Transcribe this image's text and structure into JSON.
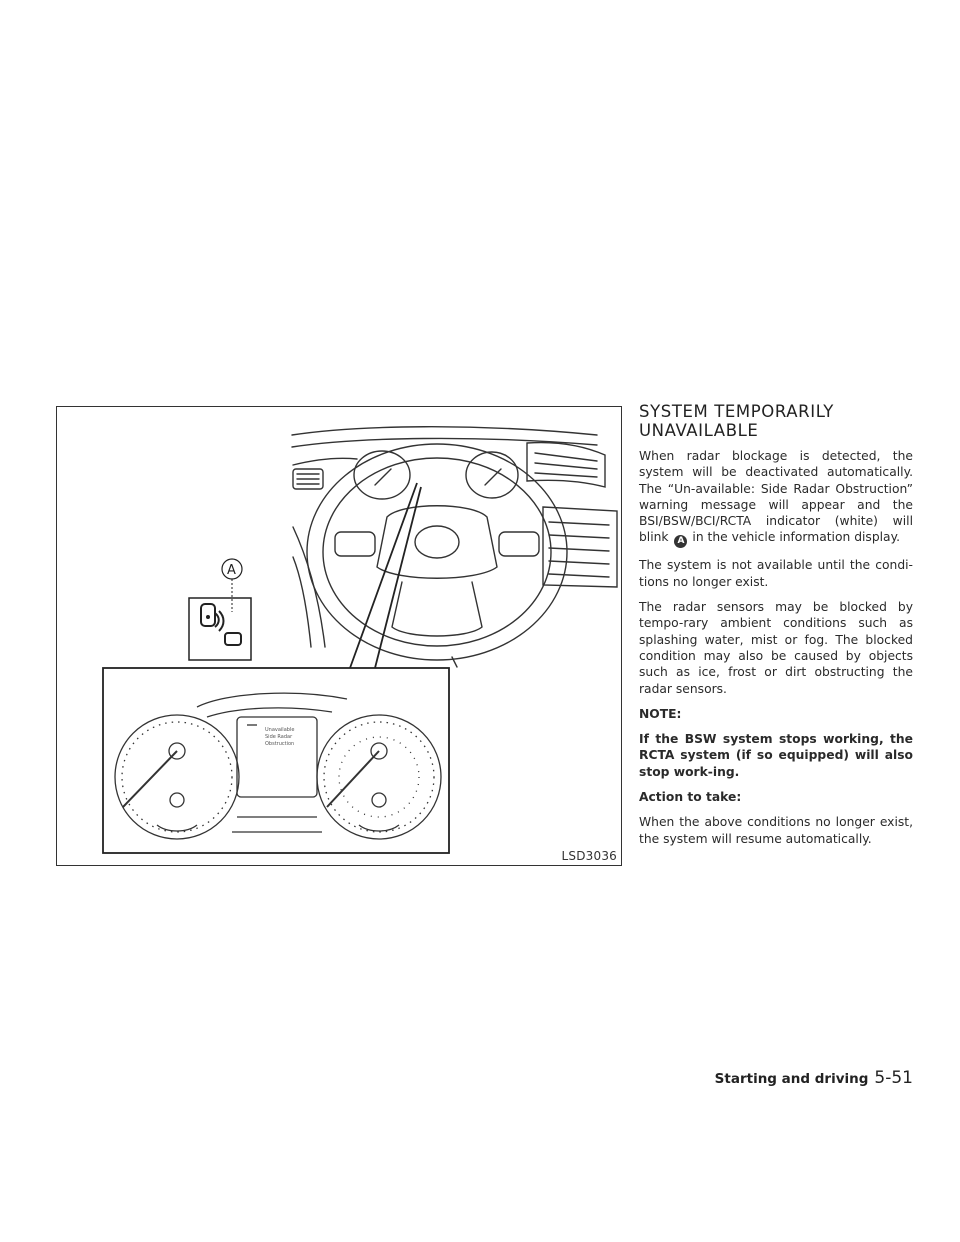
{
  "figure": {
    "code": "LSD3036",
    "callout_label": "A",
    "cluster_message": [
      "Unavailable",
      "Side Radar",
      "Obstruction"
    ]
  },
  "section": {
    "heading_line1": "SYSTEM TEMPORARILY",
    "heading_line2": "UNAVAILABLE",
    "para1_before": "When radar blockage is detected, the system will be deactivated automatically. The “Un-available: Side Radar Obstruction” warning message will appear and the BSI/BSW/BCI/RCTA indicator (white) will blink",
    "para1_ref": "A",
    "para1_after": "in the vehicle information display.",
    "para2": "The system is not available until the condi-tions no longer exist.",
    "para3": "The radar sensors may be blocked by tempo-rary ambient conditions such as splashing water, mist or fog. The blocked condition may also be caused by objects such as ice, frost or dirt obstructing the radar sensors.",
    "note_label": "NOTE:",
    "note_text": "If the BSW system stops working, the RCTA system (if so equipped) will also stop work-ing.",
    "action_label": "Action to take:",
    "action_text": "When the above conditions no longer exist, the system will resume automatically."
  },
  "footer": {
    "section": "Starting and driving",
    "page": "5-51"
  }
}
